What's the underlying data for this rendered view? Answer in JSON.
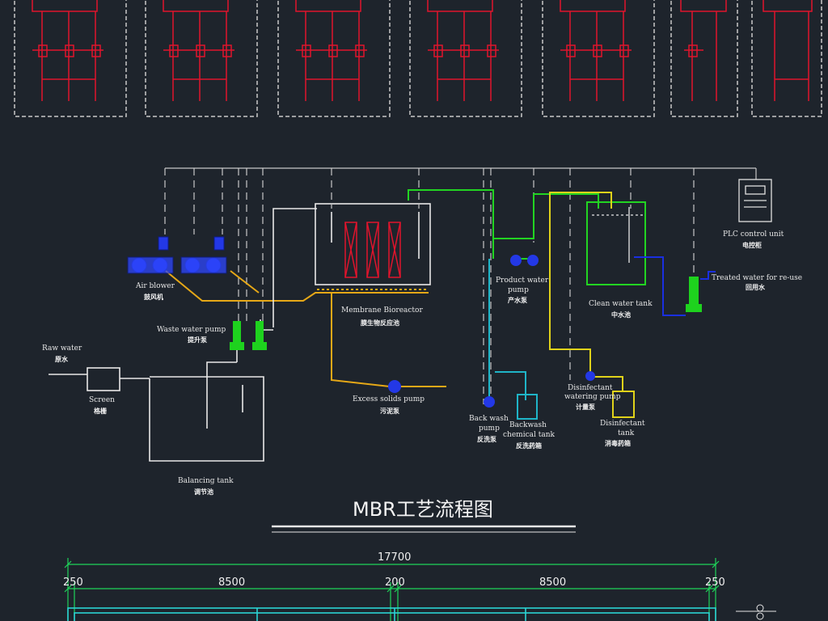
{
  "title": "MBR工艺流程图",
  "labels": {
    "raw_water_en": "Raw water",
    "raw_water_cn": "原水",
    "screen_en": "Screen",
    "screen_cn": "格栅",
    "balancing_tank_en": "Balancing tank",
    "balancing_tank_cn": "调节池",
    "air_blower_en": "Air blower",
    "air_blower_cn": "鼓风机",
    "waste_water_pump_en": "Waste water pump",
    "waste_water_pump_cn": "提升泵",
    "membrane_bioreactor_en": "Membrane Bioreactor",
    "membrane_bioreactor_cn": "膜生物反应池",
    "excess_solids_pump_en": "Excess solids pump",
    "excess_solids_pump_cn": "污泥泵",
    "product_water_pump_en1": "Product water",
    "product_water_pump_en2": "pump",
    "product_water_pump_cn": "产水泵",
    "backwash_pump_en1": "Back wash",
    "backwash_pump_en2": "pump",
    "backwash_pump_cn": "反洗泵",
    "backwash_chem_tank_en1": "Backwash",
    "backwash_chem_tank_en2": "chemical tank",
    "backwash_chem_tank_cn": "反洗药箱",
    "clean_water_tank_en": "Clean water tank",
    "clean_water_tank_cn": "中水池",
    "disinfectant_pump_en1": "Disinfectant",
    "disinfectant_pump_en2": "watering pump",
    "disinfectant_pump_cn": "计量泵",
    "disinfectant_tank_en1": "Disinfectant",
    "disinfectant_tank_en2": "tank",
    "disinfectant_tank_cn": "消毒药箱",
    "plc_en": "PLC control unit",
    "plc_cn": "电控柜",
    "treated_water_en": "Treated water for re-use",
    "treated_water_cn": "回用水"
  },
  "dimensions": {
    "total": "17700",
    "left_margin": "250",
    "left_span": "8500",
    "middle": "200",
    "right_span": "8500",
    "right_margin": "250"
  },
  "colors": {
    "background": "#1e242c",
    "panel_border": "#c8c8c8",
    "electrical": "#e0142c",
    "air": "#e6a817",
    "water": "#e8e8e8",
    "product": "#22d422",
    "backwash": "#1fb5c8",
    "treated": "#1a2fe0",
    "disinfectant": "#e0d21a",
    "dimension": "#1fd45a",
    "cyan_plan": "#2ad4d4"
  }
}
